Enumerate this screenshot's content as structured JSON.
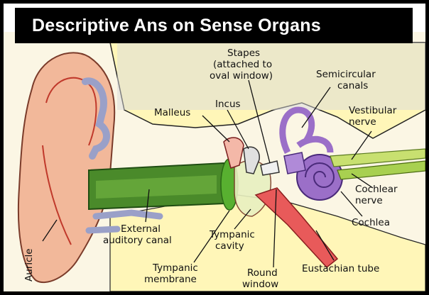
{
  "title": "Descriptive Ans on Sense Organs",
  "labels": {
    "stapes_1": "Stapes",
    "stapes_2": "(attached to",
    "stapes_3": "oval window)",
    "semicircular_1": "Semicircular",
    "semicircular_2": "canals",
    "incus": "Incus",
    "malleus": "Malleus",
    "vestibular_1": "Vestibular",
    "vestibular_2": "nerve",
    "cochlear_nerve_1": "Cochlear",
    "cochlear_nerve_2": "nerve",
    "cochlea": "Cochlea",
    "external_1": "External",
    "external_2": "auditory canal",
    "tympanic_cavity_1": "Tympanic",
    "tympanic_cavity_2": "cavity",
    "tympanic_membrane_1": "Tympanic",
    "tympanic_membrane_2": "membrane",
    "round_window_1": "Round",
    "round_window_2": "window",
    "eustachian": "Eustachian tube",
    "auricle": "Auricle"
  },
  "colors": {
    "skin": "#f4c6a8",
    "bone": "#fff3a8",
    "canal": "#4a8a2a",
    "cartilage": "#9aa0c8",
    "inner_ear": "#9b6fc8",
    "tube": "#e85a5a",
    "membrane": "#58b030"
  }
}
